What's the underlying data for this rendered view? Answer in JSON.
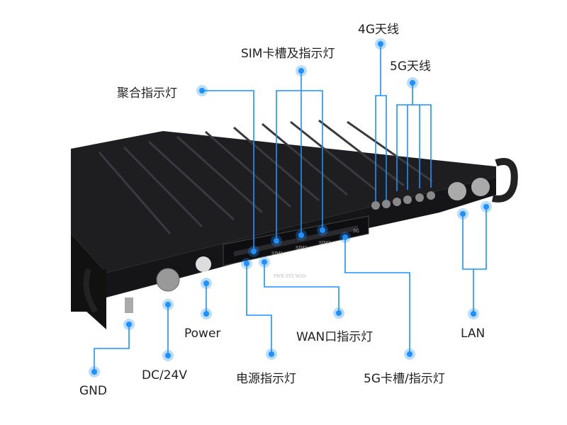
{
  "labels": {
    "antenna_4g": "4G天线",
    "antenna_5g": "5G天线",
    "sim_slot": "SIM卡槽及指示灯",
    "aggregation_led": "聚合指示灯",
    "gnd": "GND",
    "dc": "DC/24V",
    "power": "Power",
    "power_led": "电源指示灯",
    "wan_led": "WAN口指示灯",
    "slot_5g": "5G卡槽/指示灯",
    "lan": "LAN"
  },
  "panel": {
    "pwr_sys_wan": "PWR SYS WAN",
    "sim1": "SIM1",
    "sim2": "SIM2",
    "sim3": "SIM3",
    "slot_5g": "5G"
  },
  "colors": {
    "callout": "#1e90ff",
    "device": "#1c1c1e"
  }
}
